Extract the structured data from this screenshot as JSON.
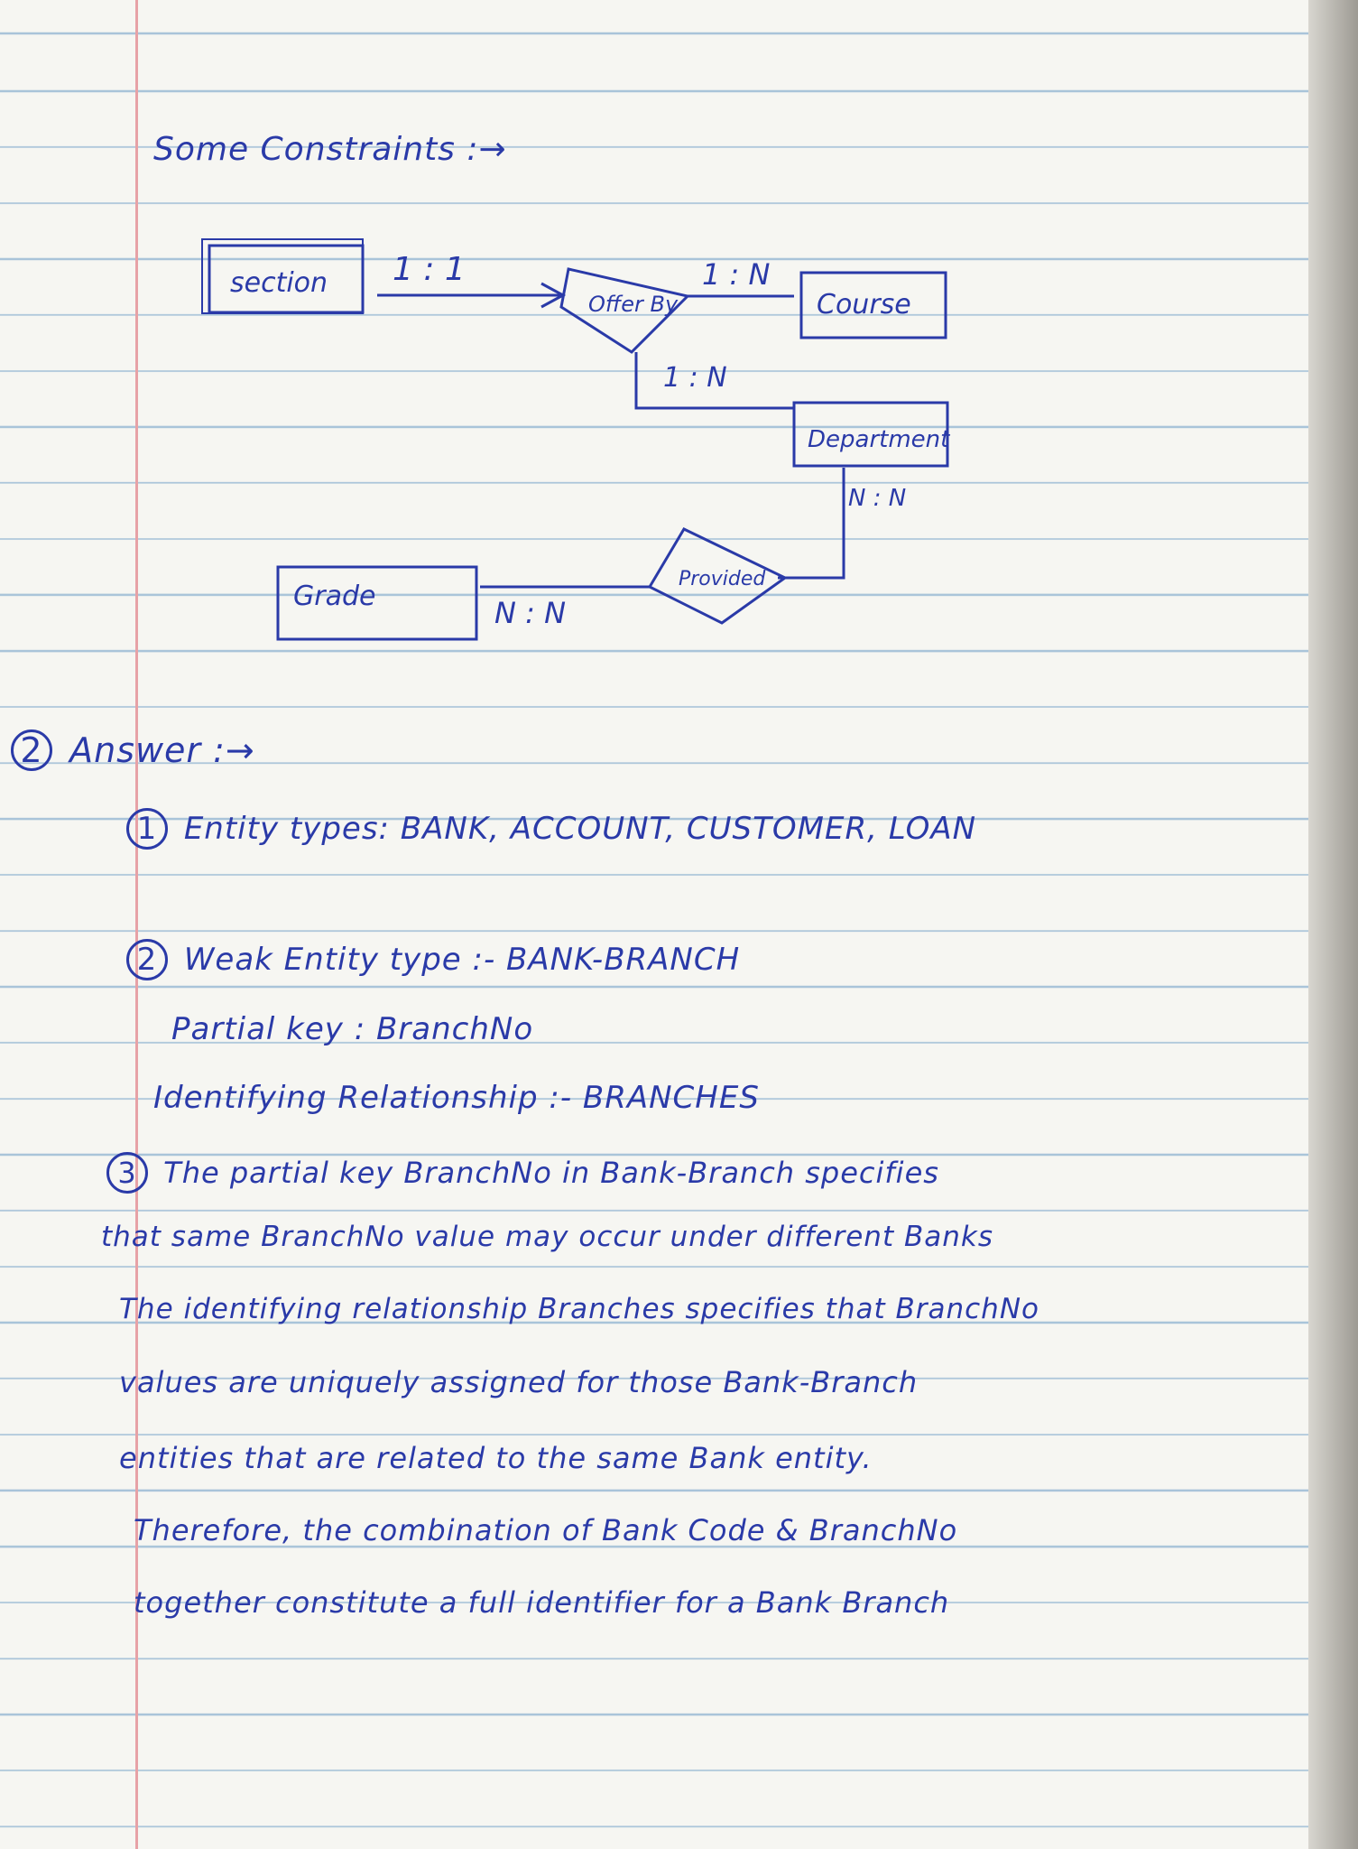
{
  "heading": "Some Constraints :→",
  "diagram": {
    "entities": {
      "section": "section",
      "course": "Course",
      "department": "Department",
      "grade": "Grade"
    },
    "relationships": {
      "offered_by": "Offer By",
      "provided": "Provided"
    },
    "cardinalities": {
      "section_offer": "1 : 1",
      "offer_course": "1 : N",
      "offer_department": "1 : N",
      "department_provided": "N : N",
      "grade_provided": "N : N"
    }
  },
  "answer": {
    "number": "2",
    "label": "Answer :→",
    "items": [
      {
        "number": "1",
        "lines": [
          "Entity types: BANK, ACCOUNT, CUSTOMER, LOAN"
        ]
      },
      {
        "number": "2",
        "lines": [
          "Weak Entity type :- BANK-BRANCH",
          "Partial key : BranchNo",
          "Identifying Relationship :- BRANCHES"
        ]
      },
      {
        "number": "3",
        "lines": [
          "The partial key BranchNo in Bank-Branch specifies",
          "that same BranchNo value may occur under different Banks",
          "The identifying relationship Branches specifies that BranchNo",
          "values are uniquely assigned for those Bank-Branch",
          "entities that are related to the same Bank entity.",
          "Therefore, the combination of Bank Code & BranchNo",
          "together constitute a full identifier for a Bank Branch"
        ]
      }
    ]
  }
}
